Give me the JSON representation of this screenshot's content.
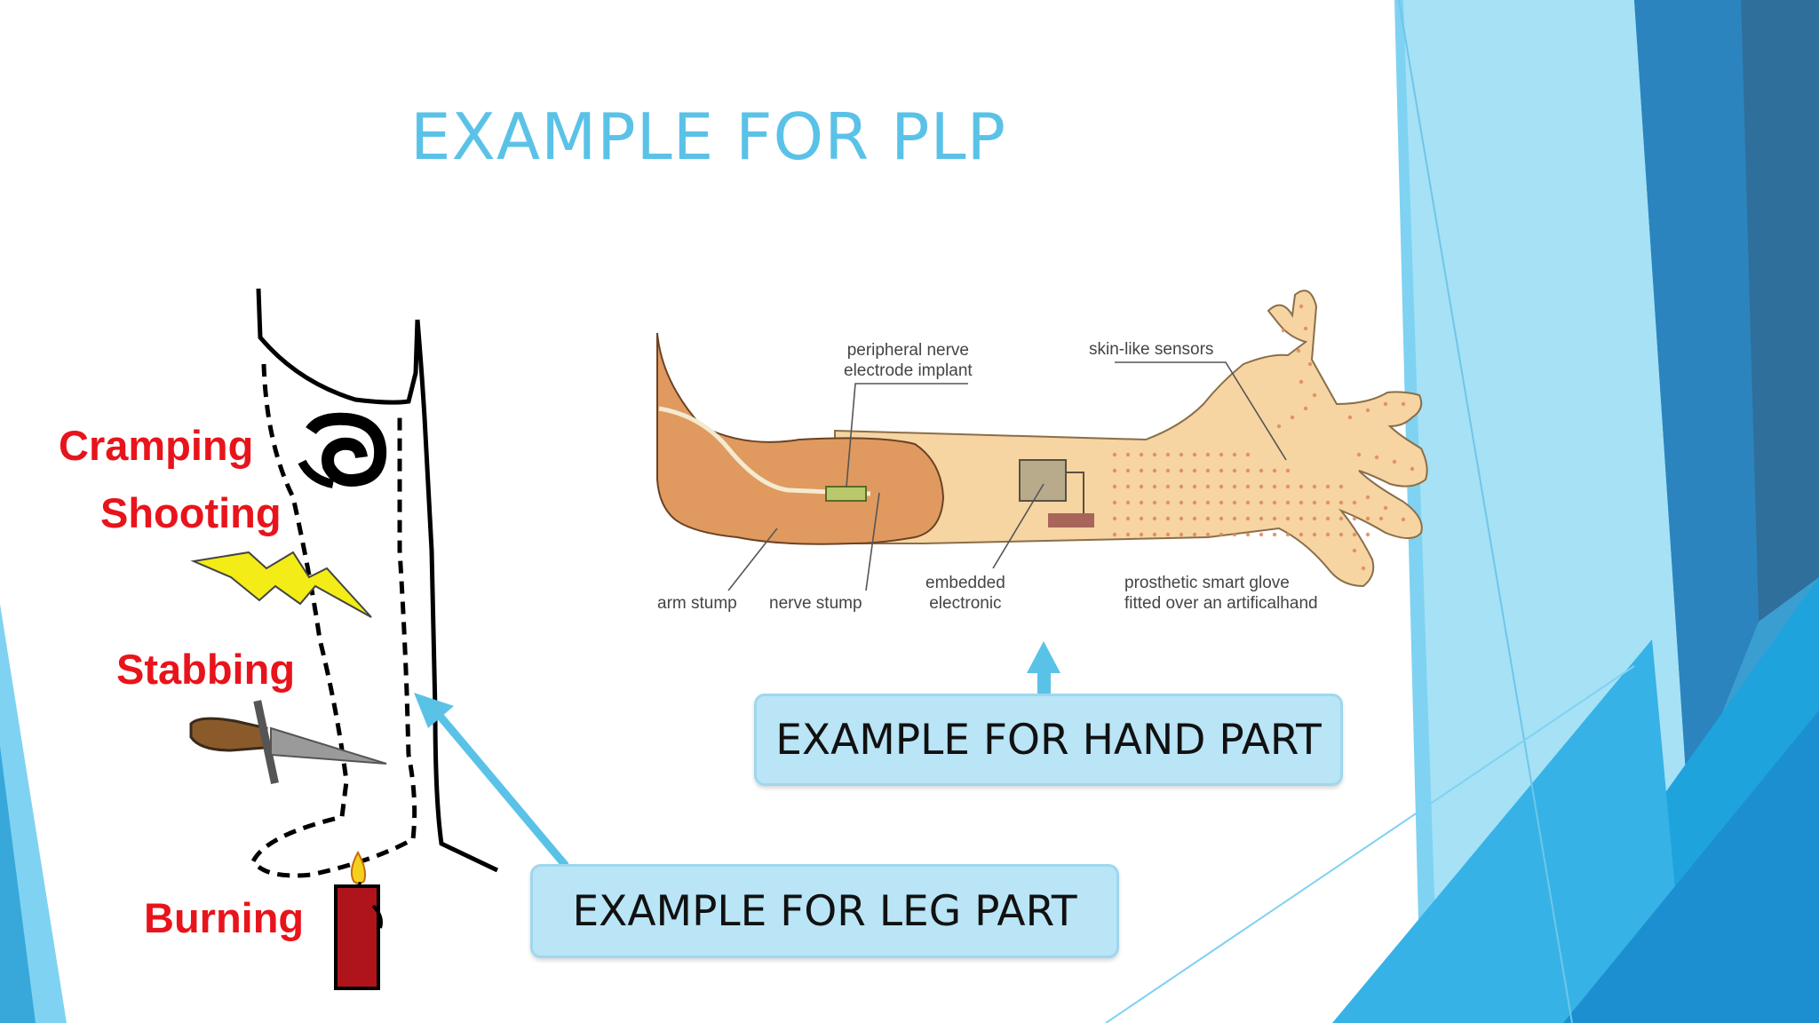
{
  "slide": {
    "title": "EXAMPLE FOR PLP"
  },
  "leg_figure": {
    "labels": [
      "Cramping",
      "Shooting",
      "Stabbing",
      "Burning"
    ]
  },
  "hand_figure": {
    "labels": {
      "peripheral_nerve_1": "peripheral nerve",
      "peripheral_nerve_2": "electrode implant",
      "skin_sensors": "skin-like sensors",
      "arm_stump": "arm stump",
      "nerve_stump": "nerve stump",
      "embedded_1": "embedded",
      "embedded_2": "electronic",
      "glove_1": "prosthetic smart glove",
      "glove_2": "fitted over an artificalhand"
    }
  },
  "callouts": {
    "hand": "EXAMPLE FOR HAND PART",
    "leg": "EXAMPLE FOR LEG PART"
  },
  "colors": {
    "title": "#5bc2e7",
    "callout_fill": "#b9e5f6",
    "pain_label": "#e8141b",
    "skin_stump": "#e09a5f",
    "skin_prosthetic": "#f6d5a2"
  }
}
